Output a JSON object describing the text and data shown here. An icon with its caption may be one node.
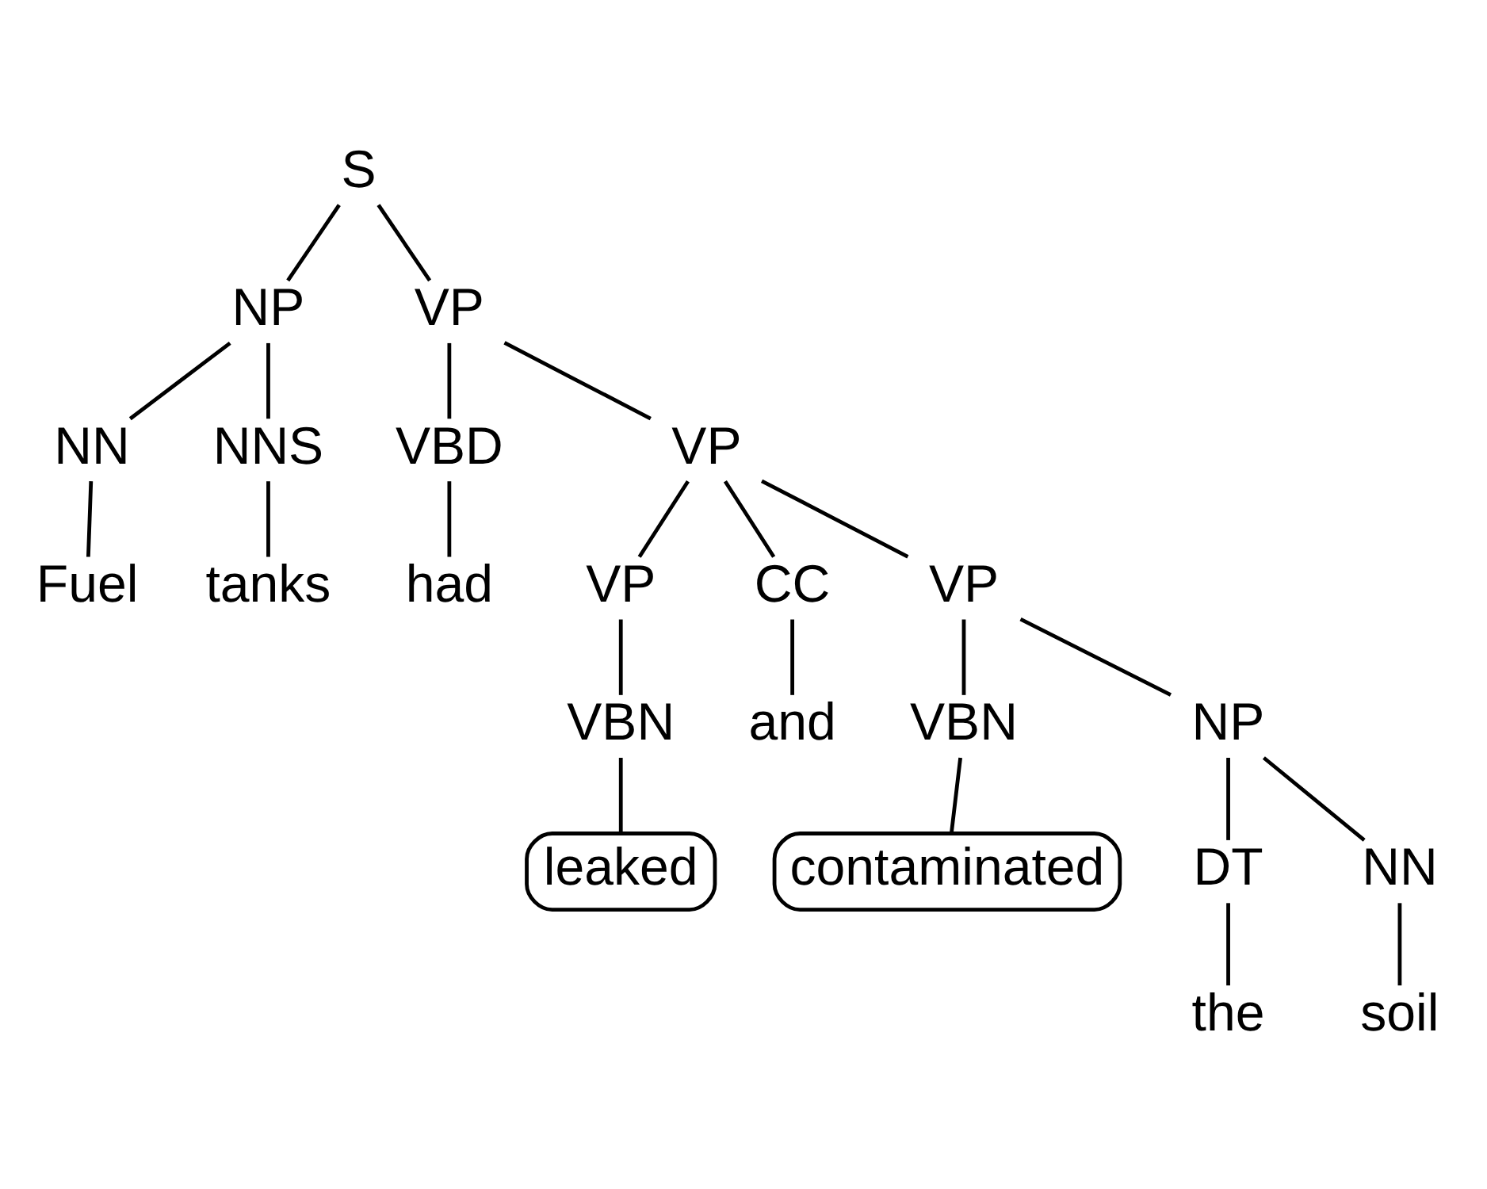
{
  "diagram": {
    "nodes": [
      {
        "text": [
          "S"
        ]
      },
      {
        "text": [
          "NP"
        ]
      },
      {
        "text": [
          "VP"
        ]
      },
      {
        "text": [
          "NN"
        ]
      },
      {
        "text": [
          "NNS"
        ]
      },
      {
        "text": [
          "VBD"
        ]
      },
      {
        "text": [
          "VP"
        ]
      },
      {
        "text": [
          "Fuel"
        ]
      },
      {
        "text": [
          "tanks"
        ]
      },
      {
        "text": [
          "had"
        ]
      },
      {
        "text": [
          "VP"
        ]
      },
      {
        "text": [
          "CC"
        ]
      },
      {
        "text": [
          "VP"
        ]
      },
      {
        "text": [
          "VBN"
        ]
      },
      {
        "text": [
          "and"
        ]
      },
      {
        "text": [
          "VBN"
        ]
      },
      {
        "text": [
          "NP"
        ]
      },
      {
        "text": [
          "leaked"
        ]
      },
      {
        "text": [
          "contaminated"
        ]
      },
      {
        "text": [
          "DT"
        ]
      },
      {
        "text": [
          "NN"
        ]
      },
      {
        "text": [
          "the"
        ]
      },
      {
        "text": [
          "soil"
        ]
      }
    ],
    "edges": [
      {
        "from": 0,
        "to": 1,
        "arrow": "none"
      },
      {
        "from": 0,
        "to": 2,
        "arrow": "none"
      },
      {
        "from": 1,
        "to": 3,
        "arrow": "none"
      },
      {
        "from": 1,
        "to": 4,
        "arrow": "none"
      },
      {
        "from": 2,
        "to": 5,
        "arrow": "none"
      },
      {
        "from": 2,
        "to": 6,
        "arrow": "none"
      },
      {
        "from": 3,
        "to": 7,
        "arrow": "none"
      },
      {
        "from": 4,
        "to": 8,
        "arrow": "none"
      },
      {
        "from": 5,
        "to": 9,
        "arrow": "none"
      },
      {
        "from": 6,
        "to": 10,
        "arrow": "none"
      },
      {
        "from": 6,
        "to": 11,
        "arrow": "none"
      },
      {
        "from": 6,
        "to": 12,
        "arrow": "none"
      },
      {
        "from": 10,
        "to": 13,
        "arrow": "none"
      },
      {
        "from": 11,
        "to": 14,
        "arrow": "none"
      },
      {
        "from": 12,
        "to": 15,
        "arrow": "none"
      },
      {
        "from": 12,
        "to": 16,
        "arrow": "none"
      },
      {
        "from": 13,
        "to": 17,
        "arrow": "none"
      },
      {
        "from": 15,
        "to": 18,
        "arrow": "none"
      },
      {
        "from": 16,
        "to": 19,
        "arrow": "none"
      },
      {
        "from": 16,
        "to": 20,
        "arrow": "none"
      },
      {
        "from": 19,
        "to": 21,
        "arrow": "none"
      },
      {
        "from": 20,
        "to": 22,
        "arrow": "none"
      }
    ]
  }
}
